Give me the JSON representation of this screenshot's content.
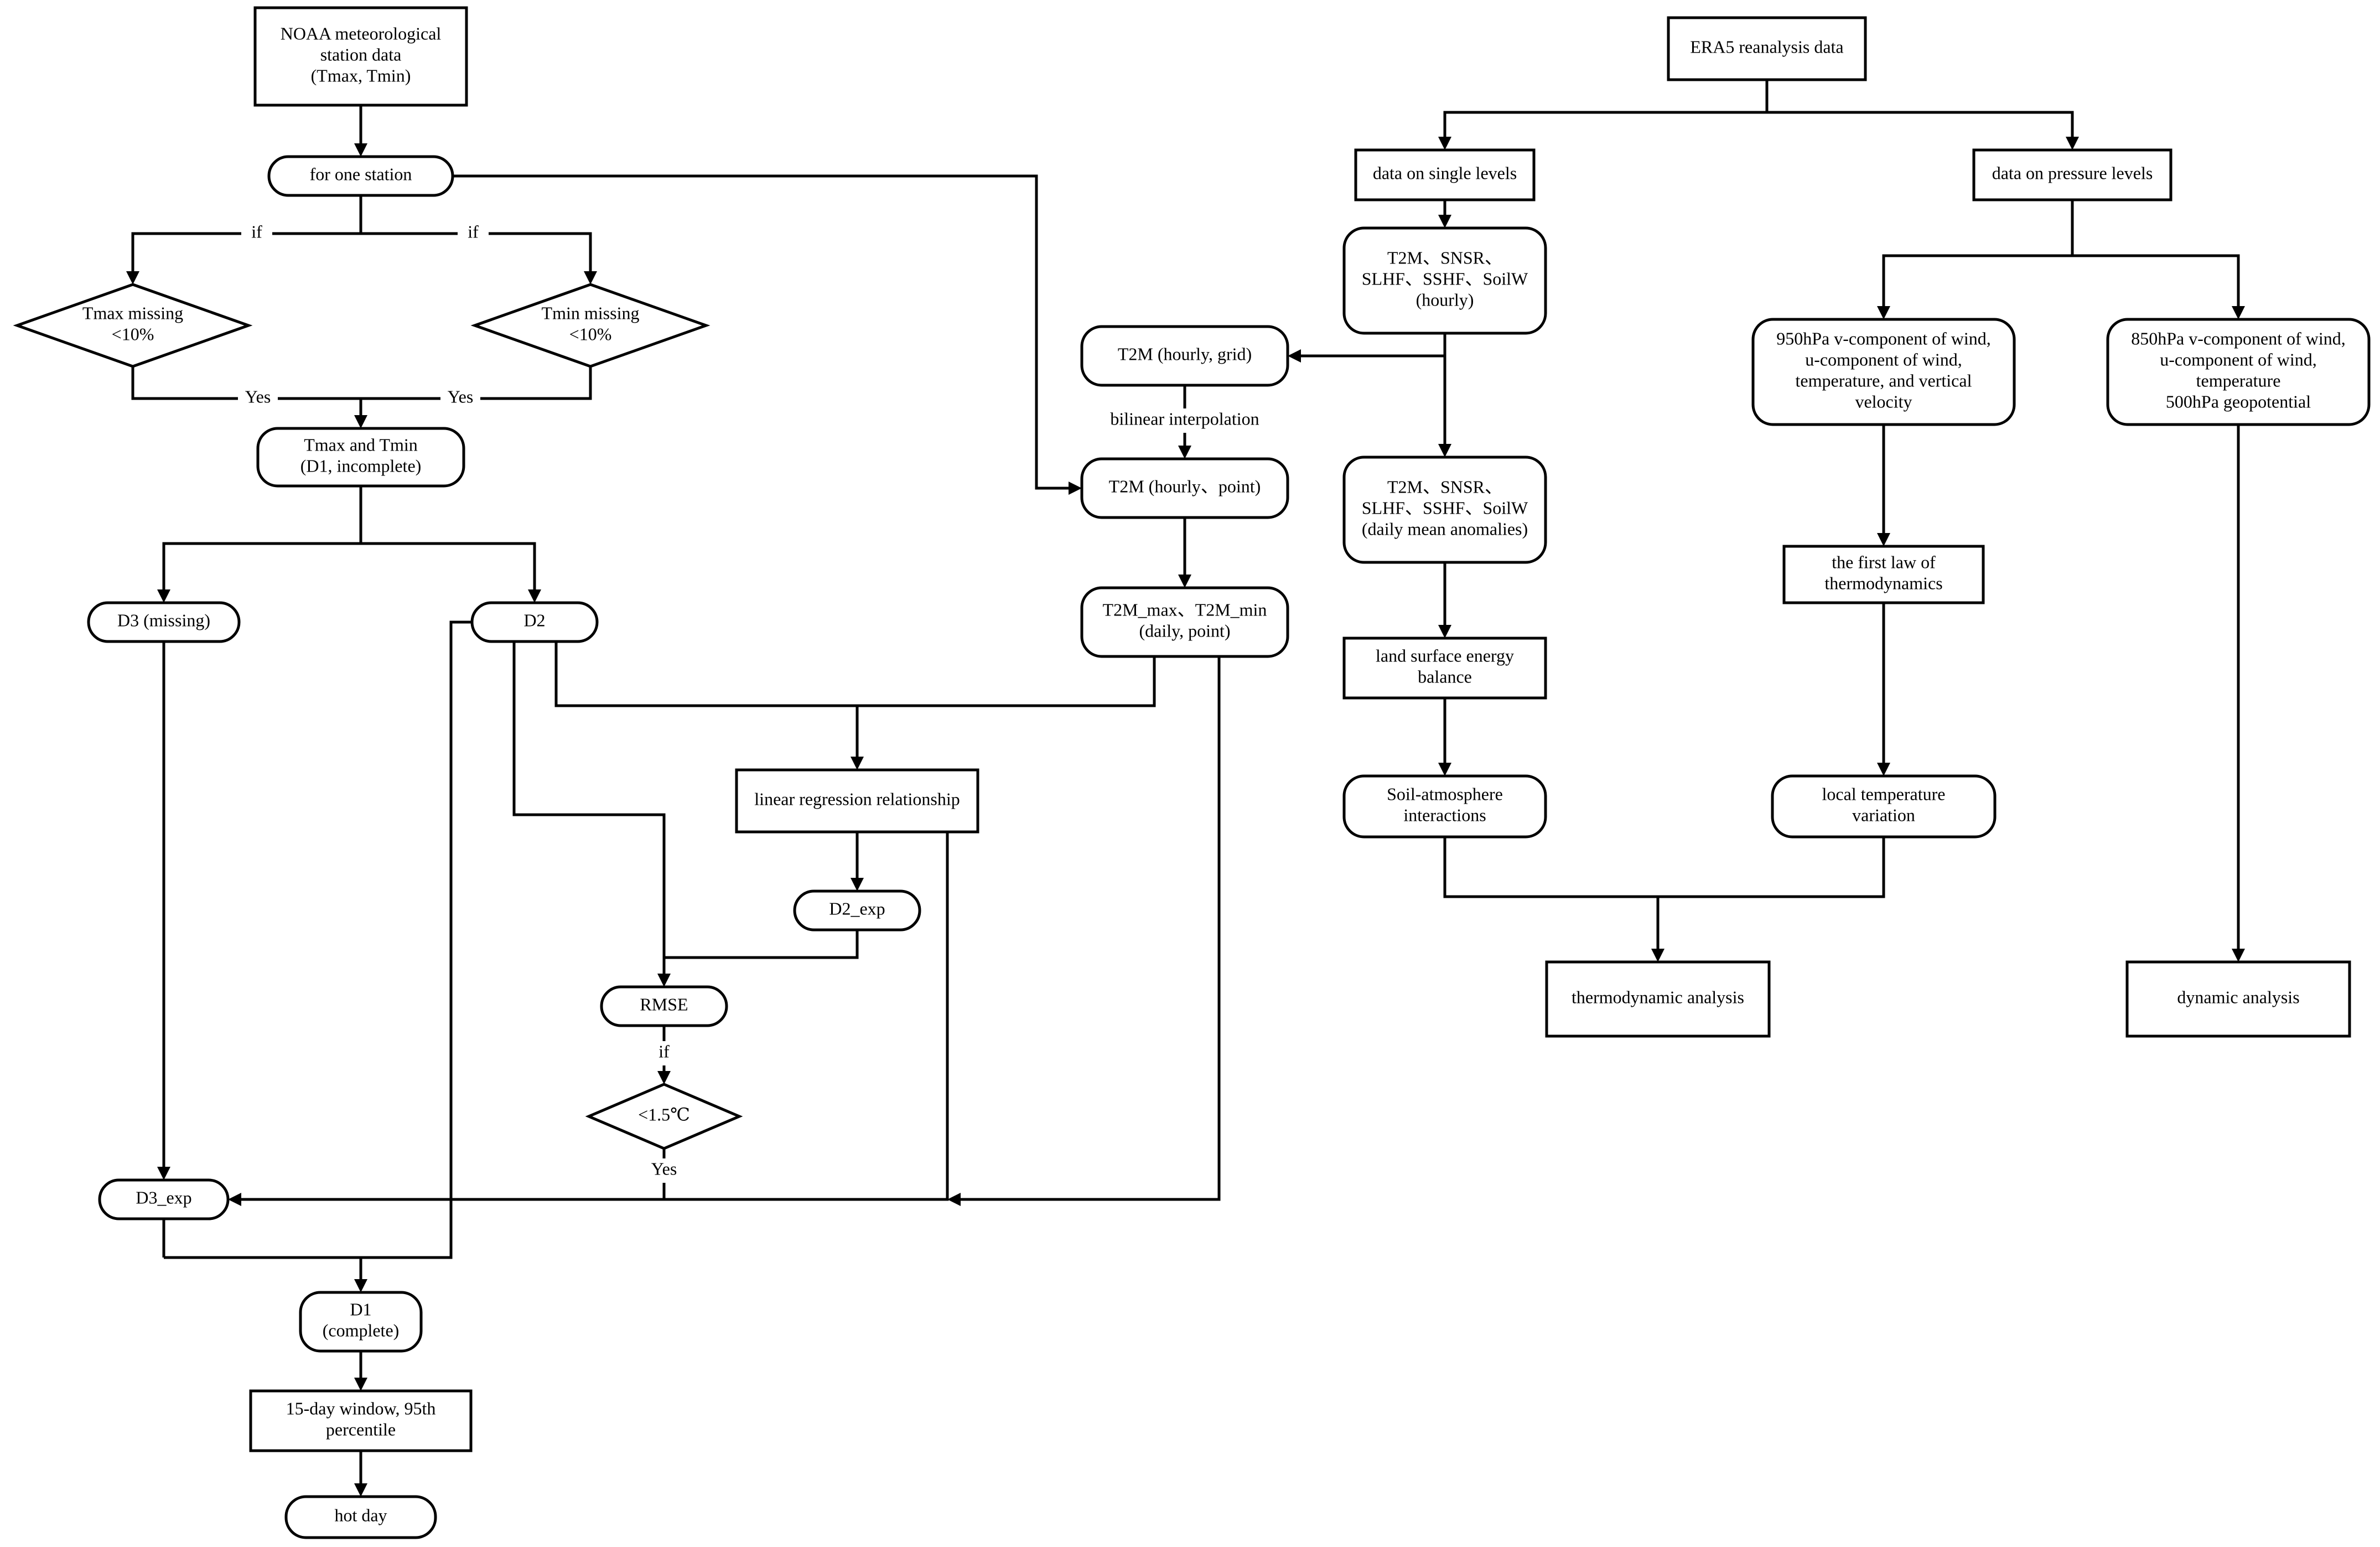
{
  "nodes": {
    "noaa": [
      "NOAA meteorological",
      "station data",
      "(Tmax, Tmin)"
    ],
    "one_station": [
      "for one station"
    ],
    "tmax_missing": [
      "Tmax missing",
      "<10%"
    ],
    "tmin_missing": [
      "Tmin missing",
      "<10%"
    ],
    "tmax_tmin_d1": [
      "Tmax and Tmin",
      "(D1, incomplete)"
    ],
    "d3_missing": [
      "D3 (missing)"
    ],
    "d2": [
      "D2"
    ],
    "linear_regression": [
      "linear regression relationship"
    ],
    "d2_exp": [
      "D2_exp"
    ],
    "rmse": [
      "RMSE"
    ],
    "lt_threshold": [
      "<1.5℃"
    ],
    "d3_exp": [
      "D3_exp"
    ],
    "d1_complete": [
      "D1",
      "(complete)"
    ],
    "window": [
      "15-day window, 95th",
      "percentile"
    ],
    "hot_day": [
      "hot day"
    ],
    "t2m_grid": [
      "T2M (hourly, grid)"
    ],
    "t2m_point": [
      "T2M (hourly、point)"
    ],
    "t2m_maxmin": [
      "T2M_max、T2M_min",
      "(daily, point)"
    ],
    "era5": [
      "ERA5 reanalysis data"
    ],
    "single_levels": [
      "data on single levels"
    ],
    "pressure_levels": [
      "data on pressure levels"
    ],
    "vars_hourly": [
      "T2M、SNSR、",
      "SLHF、SSHF、SoilW",
      "(hourly)"
    ],
    "vars_daily": [
      "T2M、SNSR、",
      "SLHF、SSHF、SoilW",
      "(daily mean anomalies)"
    ],
    "energy_balance": [
      "land surface energy",
      "balance"
    ],
    "soil_atmos": [
      "Soil-atmosphere",
      "interactions"
    ],
    "p950": [
      "950hPa v-component of wind,",
      "u-component of wind,",
      "temperature, and vertical",
      "velocity"
    ],
    "p850": [
      "850hPa v-component of wind,",
      "u-component of wind,",
      "temperature",
      "500hPa geopotential"
    ],
    "first_law": [
      "the first law of",
      "thermodynamics"
    ],
    "local_temp": [
      "local temperature",
      "variation"
    ],
    "thermo_analysis": [
      "thermodynamic analysis"
    ],
    "dyn_analysis": [
      "dynamic analysis"
    ]
  },
  "edge_labels": {
    "if_left": "if",
    "if_right": "if",
    "yes_left": "Yes",
    "yes_right": "Yes",
    "bilinear": "bilinear interpolation",
    "if_rmse": "if",
    "yes_rmse": "Yes"
  }
}
